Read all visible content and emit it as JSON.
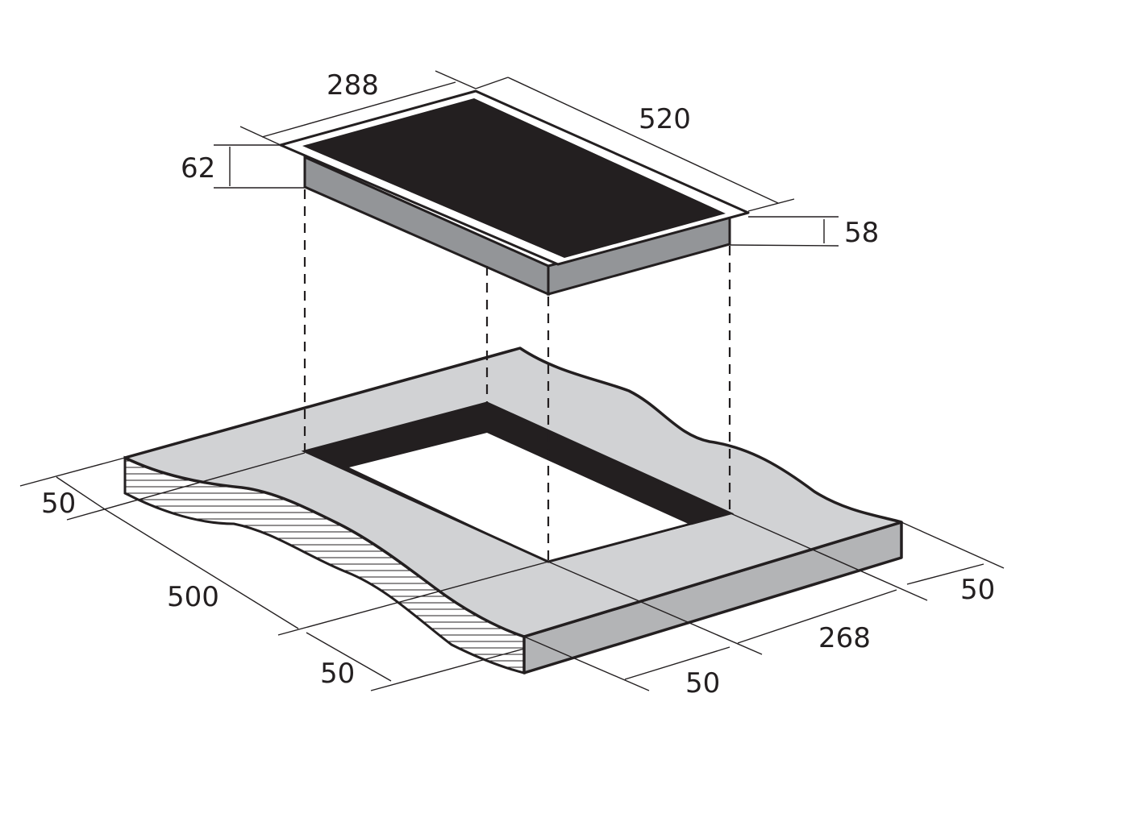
{
  "colors": {
    "ink": "#231f20",
    "hob_glass": "#231f20",
    "hob_side": "#939598",
    "counter_top": "#d1d2d4",
    "counter_edge": "#b3b4b6",
    "cutout": "#ffffff"
  },
  "dimensions": {
    "hob_width": "288",
    "hob_depth": "520",
    "hob_total_height": "62",
    "hob_body_height": "58",
    "cutout_front_margin": "50",
    "cutout_length": "500",
    "cutout_back_margin": "50",
    "cutout_right_margin": "50",
    "cutout_width": "268",
    "cutout_left_margin": "50"
  }
}
